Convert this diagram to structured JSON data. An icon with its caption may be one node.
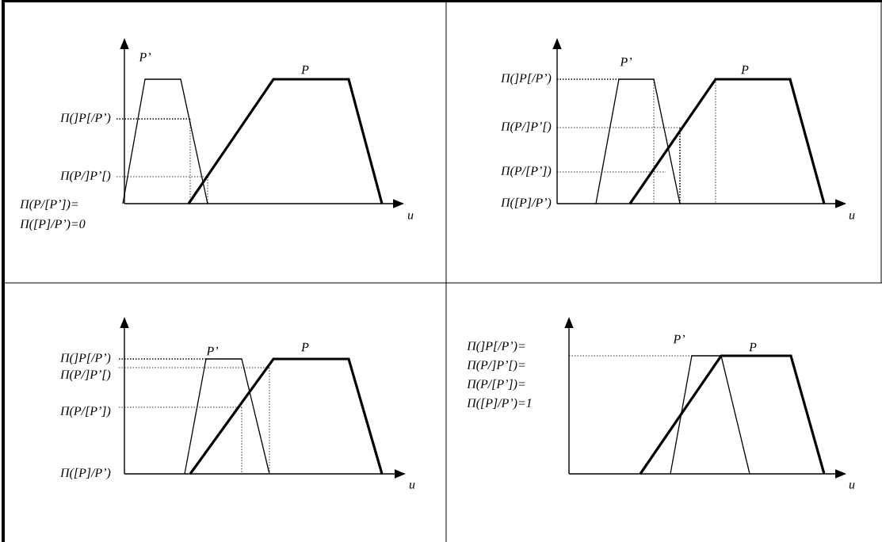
{
  "diagram": {
    "labels": [
      "P’",
      "P",
      "Π(]P[/P’)",
      "Π(P/]P’[)",
      "Π(P/[P’])=",
      "Π([P]/P’)=0",
      "u",
      "P’",
      "P",
      "Π(]P[/P’)",
      "Π(P/]P’[)",
      "Π(P/[P’])",
      "Π([P]/P’)",
      "u",
      "Π(]P[/P’)",
      "P’",
      "P",
      "Π(P/]P’[)",
      "Π(P/[P’])",
      "Π([P]/P’)",
      "u",
      "Π(]P[/P’)=",
      "P’",
      "P",
      "Π(P/]P’[)=",
      "Π(P/[P’])=",
      "Π([P]/P’)=1",
      "u"
    ]
  }
}
